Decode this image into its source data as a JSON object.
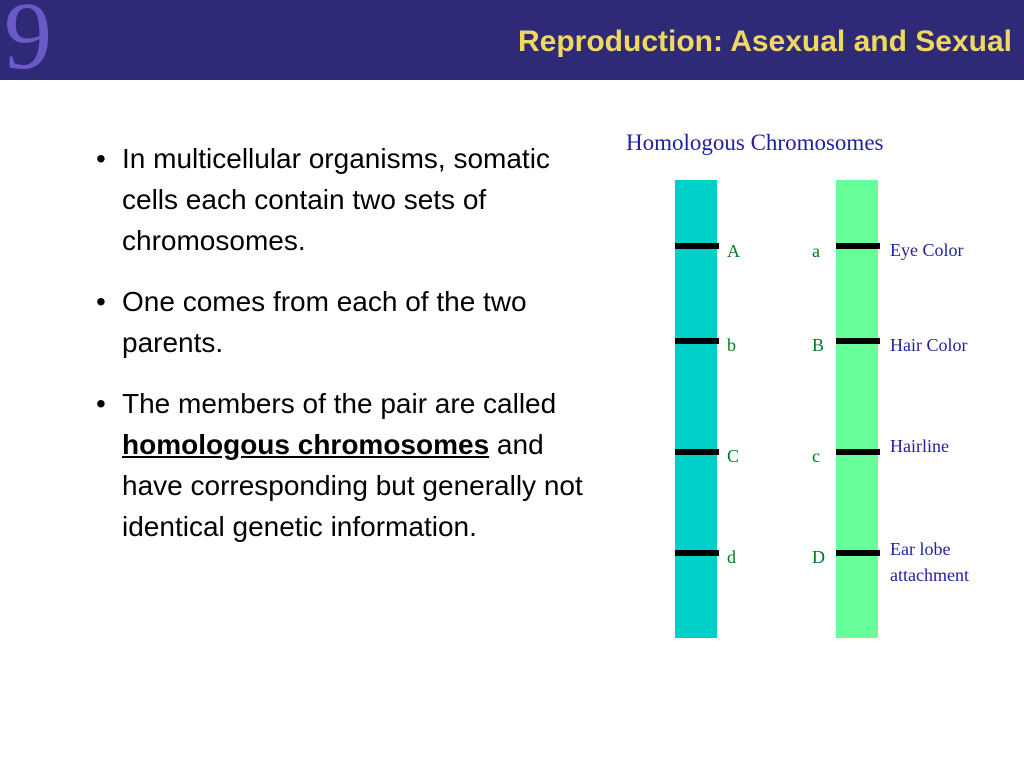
{
  "header": {
    "chapter_number": "9",
    "title": "Reproduction: Asexual and Sexual"
  },
  "bullets": [
    {
      "text": "In multicellular organisms, somatic cells each contain two sets of chromosomes."
    },
    {
      "text": "One comes from each of the two parents."
    },
    {
      "before": "The members of the pair are called ",
      "emphasis": "homologous chromosomes",
      "after": " and have corresponding but generally not identical genetic information."
    }
  ],
  "diagram": {
    "title": "Homologous Chromosomes",
    "loci": [
      {
        "left_allele": "A",
        "right_allele": "a",
        "trait": "Eye Color"
      },
      {
        "left_allele": "b",
        "right_allele": "B",
        "trait": "Hair Color"
      },
      {
        "left_allele": "C",
        "right_allele": "c",
        "trait": "Hairline"
      },
      {
        "left_allele": "d",
        "right_allele": "D",
        "trait": "Ear lobe attachment"
      }
    ]
  },
  "colors": {
    "header_bg": "#2e2a78",
    "title_text": "#f0d860",
    "chromosome_left": "#00d0c8",
    "chromosome_right": "#66ff99",
    "allele_text": "#007a1a",
    "label_text": "#1f1f9f"
  }
}
